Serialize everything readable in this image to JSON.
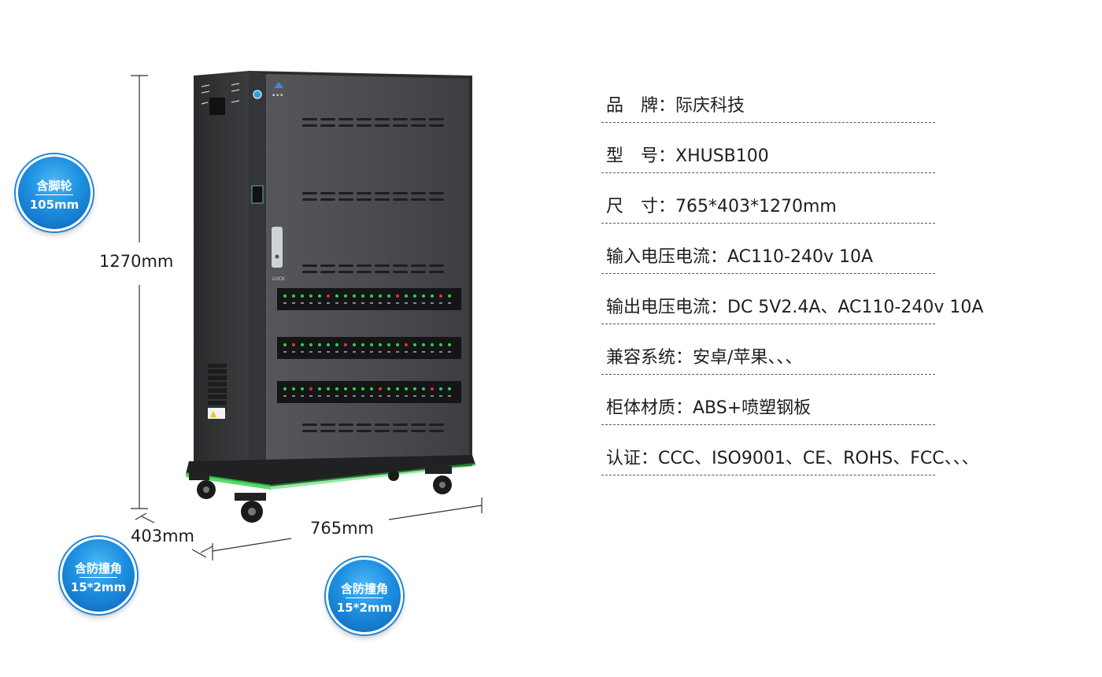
{
  "specs": [
    {
      "label": "品　牌：际庆科技"
    },
    {
      "label": "型　号：XHUSB100"
    },
    {
      "label": "尺　寸：765*403*1270mm"
    },
    {
      "label": "输入电压电流：AC110-240v 10A"
    },
    {
      "label": "输出电压电流：DC 5V2.4A、AC110-240v 10A"
    },
    {
      "label": "兼容系统：安卓/苹果、、、"
    },
    {
      "label": "柜体材质：ABS+喷塑钢板"
    },
    {
      "label": "认证：CCC、ISO9001、CE、ROHS、FCC、、、"
    }
  ],
  "dimensions": {
    "height": "1270mm",
    "depth": "403mm",
    "width": "765mm"
  },
  "badges": {
    "wheel": {
      "line1": "含脚轮",
      "line2": "105mm"
    },
    "corner_left": {
      "line1": "含防撞角",
      "line2": "15*2mm"
    },
    "corner_right": {
      "line1": "含防撞角",
      "line2": "15*2mm"
    }
  },
  "cabinet": {
    "lock_label": "LOCK",
    "color_body": "#3a3b3d",
    "color_door": "#4a4b4d",
    "led_green": "#2fd14a",
    "led_red": "#e0303a"
  }
}
